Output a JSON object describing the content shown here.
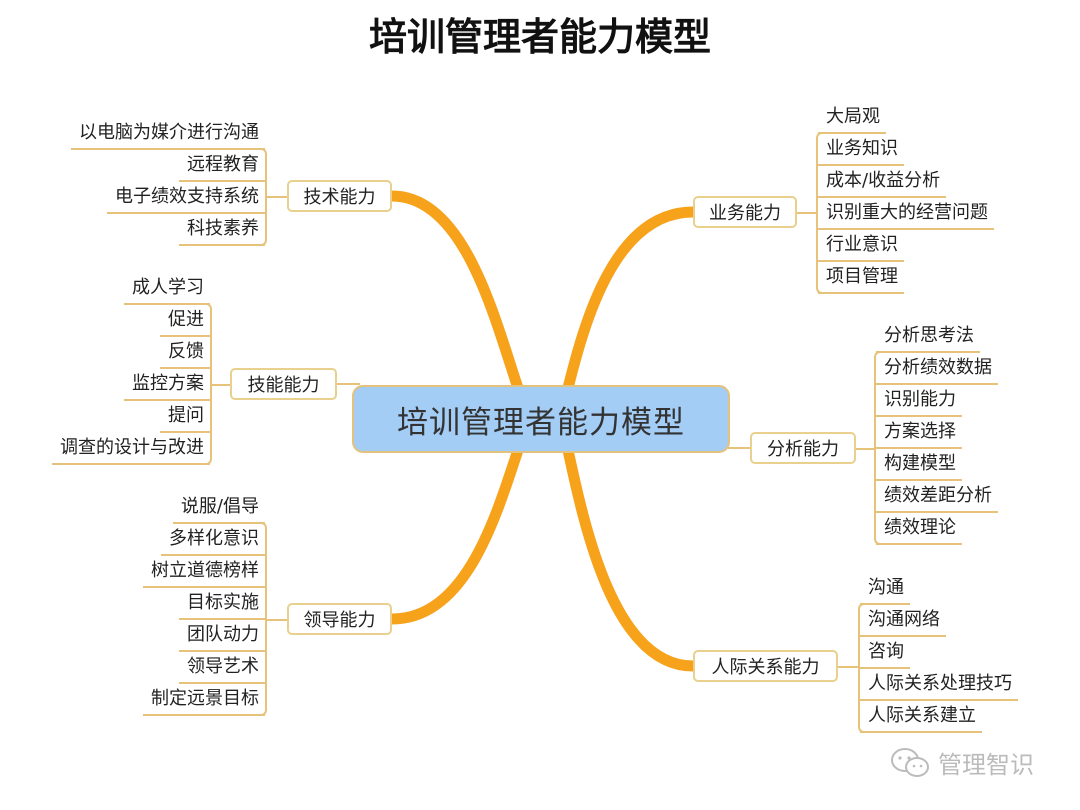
{
  "title": "培训管理者能力模型",
  "center": "培训管理者能力模型",
  "branches": [
    {
      "label": "技术能力",
      "items": [
        "以电脑为媒介进行沟通",
        "远程教育",
        "电子绩效支持系统",
        "科技素养"
      ]
    },
    {
      "label": "技能能力",
      "items": [
        "成人学习",
        "促进",
        "反馈",
        "监控方案",
        "提问",
        "调查的设计与改进"
      ]
    },
    {
      "label": "领导能力",
      "items": [
        "说服/倡导",
        "多样化意识",
        "树立道德榜样",
        "目标实施",
        "团队动力",
        "领导艺术",
        "制定远景目标"
      ]
    },
    {
      "label": "业务能力",
      "items": [
        "大局观",
        "业务知识",
        "成本/收益分析",
        "识别重大的经营问题",
        "行业意识",
        "项目管理"
      ]
    },
    {
      "label": "分析能力",
      "items": [
        "分析思考法",
        "分析绩效数据",
        "识别能力",
        "方案选择",
        "构建模型",
        "绩效差距分析",
        "绩效理论"
      ]
    },
    {
      "label": "人际关系能力",
      "items": [
        "沟通",
        "沟通网络",
        "咨询",
        "人际关系处理技巧",
        "人际关系建立"
      ]
    }
  ],
  "watermark": "管理智识",
  "colors": {
    "link": "#f7a21b",
    "center": "#a3cdf5",
    "line": "#e6c27a"
  }
}
